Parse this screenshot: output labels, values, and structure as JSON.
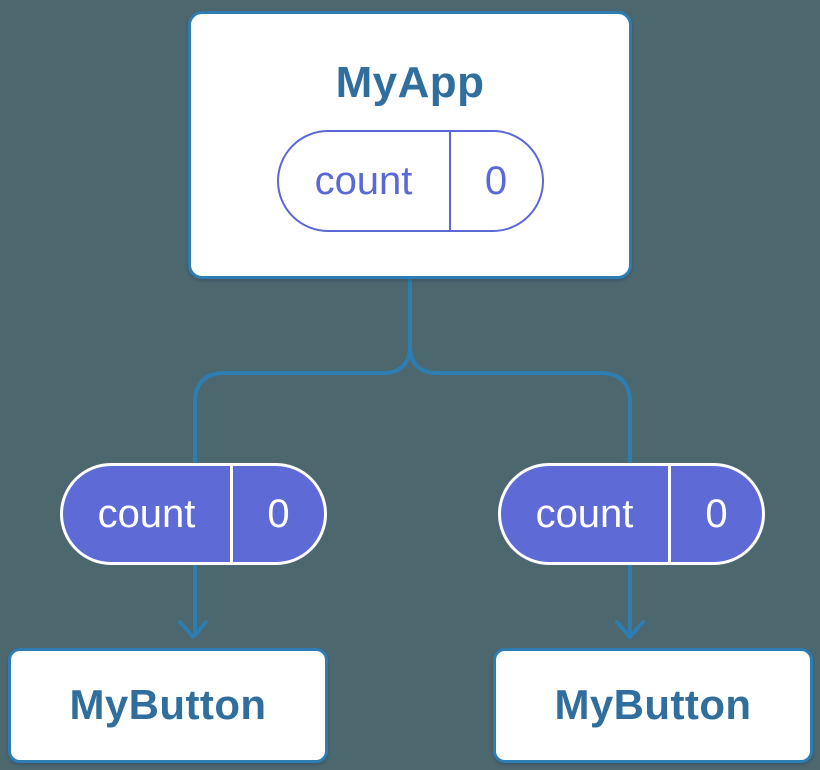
{
  "colors": {
    "background": "#4D676F",
    "connector": "#2E7DB2",
    "card_border": "#2E7DB2",
    "card_background": "#FFFFFF",
    "node_label": "#306E9D",
    "state_purple": "#5B68D5",
    "pill_fill": "#5E6AD6",
    "pill_text": "#FFFFFF"
  },
  "nodes": {
    "root": {
      "label": "MyApp",
      "state_pill": {
        "name": "count",
        "value": "0"
      }
    },
    "left_child": {
      "label": "MyButton"
    },
    "right_child": {
      "label": "MyButton"
    }
  },
  "props": {
    "left_pill": {
      "name": "count",
      "value": "0"
    },
    "right_pill": {
      "name": "count",
      "value": "0"
    }
  }
}
